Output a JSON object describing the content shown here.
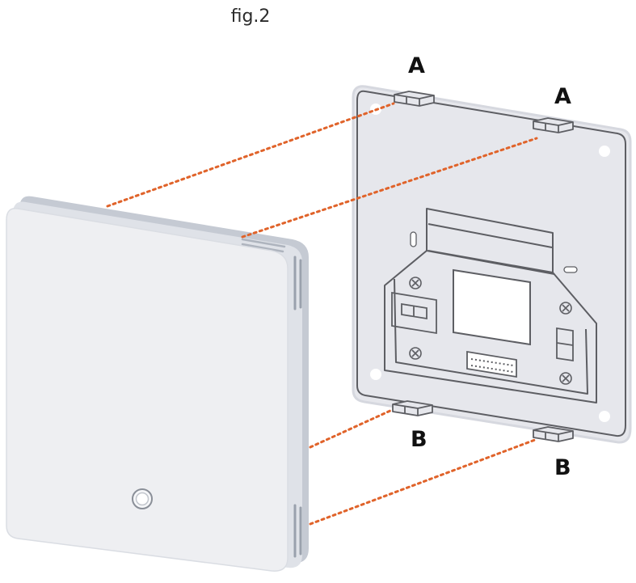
{
  "figure": {
    "caption": "fig.2"
  },
  "labels": {
    "top_left": "A",
    "top_right": "A",
    "bottom_left": "B",
    "bottom_right": "B"
  },
  "colors": {
    "guide_line": "#e0632a",
    "plate_fill": "#e6e7ec",
    "plate_stroke": "#5d5e63",
    "device_face": "#eeeff2",
    "device_side": "#c5cad3"
  }
}
